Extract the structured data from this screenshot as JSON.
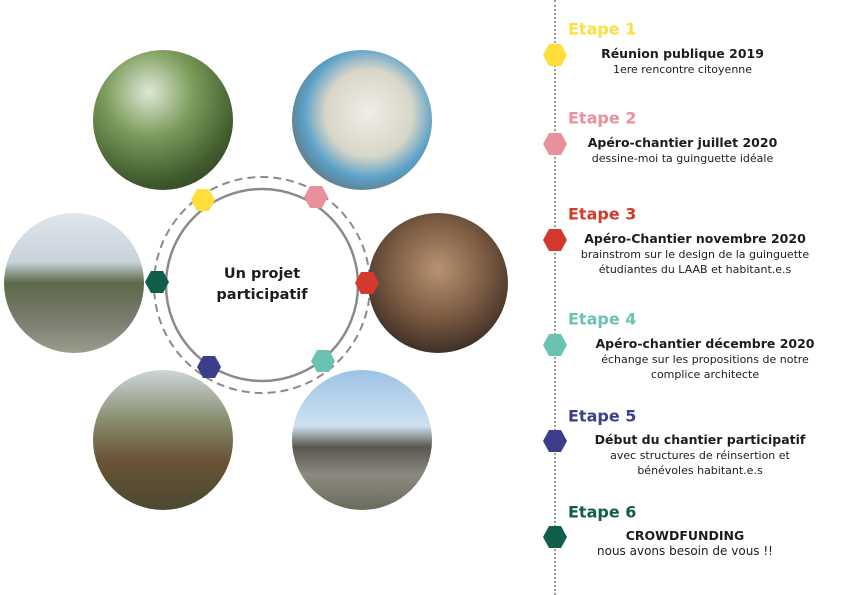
{
  "center": {
    "line1": "Un projet",
    "line2": "participatif"
  },
  "colors": {
    "step1": "#FFDE3B",
    "step2": "#E8909B",
    "step3": "#D43A2B",
    "step4": "#6CC2B2",
    "step5": "#3A3E8B",
    "step6": "#0F5D4A",
    "ring": "#8a8a8a"
  },
  "photos": [
    {
      "icon": "photo-public-meeting-outdoors"
    },
    {
      "icon": "photo-drawing-session"
    },
    {
      "icon": "photo-indoor-workshop"
    },
    {
      "icon": "photo-courtyard-rendering"
    },
    {
      "icon": "photo-construction-site"
    },
    {
      "icon": "photo-architect-rendering"
    }
  ],
  "steps": [
    {
      "label": "Etape 1",
      "title": "Réunion publique 2019",
      "sub": [
        "1ere rencontre citoyenne"
      ]
    },
    {
      "label": "Etape 2",
      "title": "Apéro-chantier juillet 2020",
      "sub": [
        "dessine-moi ta guinguette idéale"
      ]
    },
    {
      "label": "Etape 3",
      "title": "Apéro-Chantier novembre 2020",
      "sub": [
        "brainstrom sur le design de la guinguette",
        "étudiantes du LAAB et habitant.e.s"
      ]
    },
    {
      "label": "Etape 4",
      "title": "Apéro-chantier décembre 2020",
      "sub": [
        "échange sur les propositions de notre",
        "complice architecte"
      ]
    },
    {
      "label": "Etape 5",
      "title": "Début du chantier participatif",
      "sub": [
        "avec structures de réinsertion et",
        "bénévoles habitant.e.s"
      ]
    },
    {
      "label": "Etape 6",
      "title": "CROWDFUNDING",
      "sub": [
        "nous avons besoin de vous !!"
      ]
    }
  ]
}
